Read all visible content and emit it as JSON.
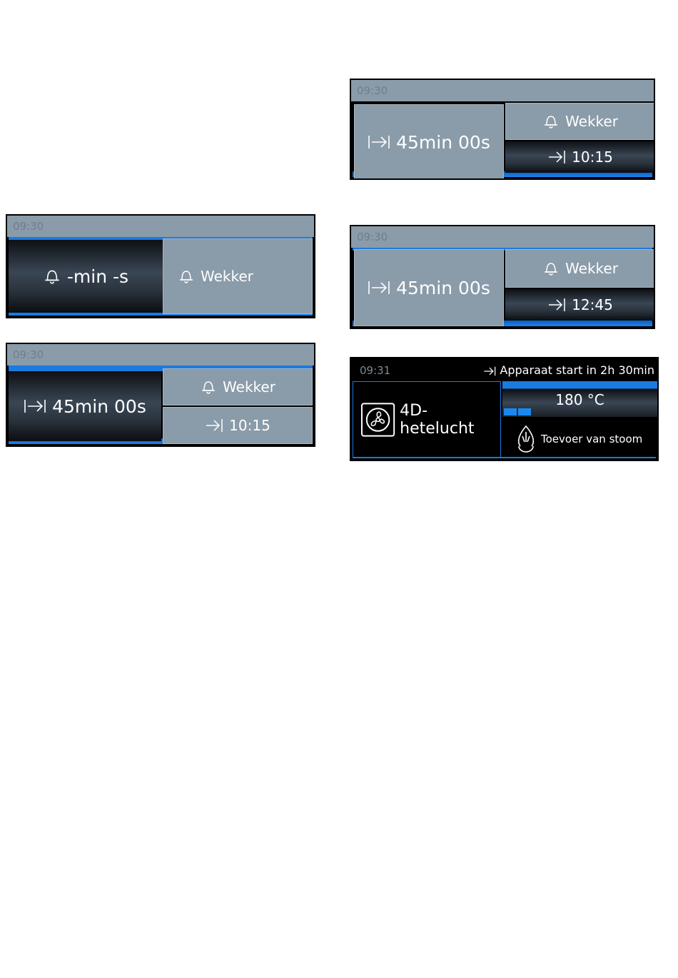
{
  "panels": {
    "p1": {
      "time": "09:30",
      "timer_value": "45min 00s",
      "alarm_label": "Wekker",
      "end_time": "10:15"
    },
    "p2": {
      "time": "09:30",
      "alarm_value": "-min -s",
      "alarm_label": "Wekker"
    },
    "p3": {
      "time": "09:30",
      "timer_value": "45min 00s",
      "alarm_label": "Wekker",
      "end_time": "12:45"
    },
    "p4": {
      "time": "09:30",
      "timer_value": "45min 00s",
      "alarm_label": "Wekker",
      "end_time": "10:15"
    },
    "p5": {
      "time": "09:31",
      "start_info": "Apparaat start in 2h 30min",
      "mode_label": "4D-hetelucht",
      "temperature": "180 °C",
      "steam_label": "Toevoer van stoom",
      "steam_level_segments": 2
    }
  },
  "icons": {
    "duration": "duration-icon",
    "bell": "bell-icon",
    "end_time": "end-time-icon",
    "fan_mode": "hot-air-fan-icon",
    "steam": "steam-icon"
  },
  "colors": {
    "accent_blue": "#1a7be0",
    "button_grey": "#8a9ba9"
  }
}
